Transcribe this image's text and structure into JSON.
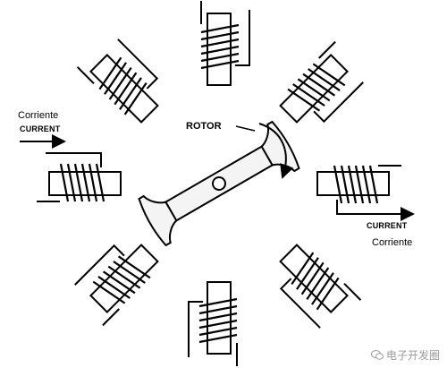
{
  "labels": {
    "rotor": "ROTOR",
    "left_es": "Corriente",
    "left_en": "CURRENT",
    "right_en": "CURRENT",
    "right_es": "Corriente"
  },
  "watermark": {
    "text": "电子开发圈",
    "icon": "wechat-icon"
  },
  "coils": [
    {
      "name": "top",
      "angle": 0
    },
    {
      "name": "top-right",
      "angle": 45
    },
    {
      "name": "right",
      "angle": 90
    },
    {
      "name": "bottom-right",
      "angle": 135
    },
    {
      "name": "bottom",
      "angle": 180
    },
    {
      "name": "bottom-left",
      "angle": 225
    },
    {
      "name": "left",
      "angle": 270
    },
    {
      "name": "top-left",
      "angle": 315
    }
  ],
  "rotor": {
    "angle": -30
  },
  "colors": {
    "line": "#000000",
    "rotor_fill": "#f4f4f4",
    "watermark": "#9a9a9a"
  }
}
